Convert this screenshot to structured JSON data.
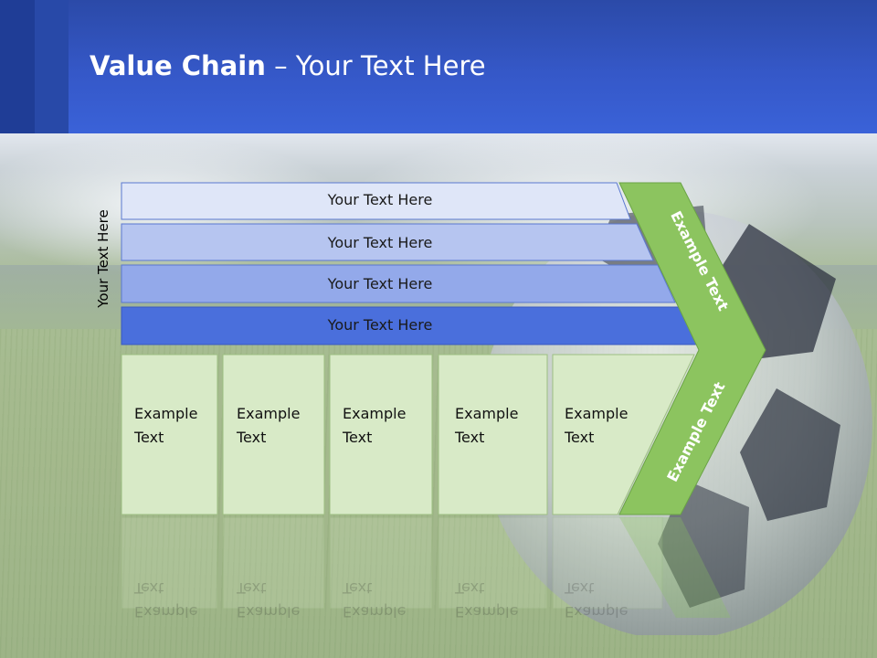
{
  "header": {
    "title_bold": "Value Chain",
    "title_rest": " – Your Text Here"
  },
  "side_label": "Your Text Here",
  "bars": [
    {
      "label": "Your Text Here",
      "color": "#dfe6f8"
    },
    {
      "label": "Your Text Here",
      "color": "#b6c5f0"
    },
    {
      "label": "Your Text Here",
      "color": "#93a9ea"
    },
    {
      "label": "Your Text Here",
      "color": "#4a6fdc"
    }
  ],
  "boxes": [
    {
      "line1": "Example",
      "line2": "Text"
    },
    {
      "line1": "Example",
      "line2": "Text"
    },
    {
      "line1": "Example",
      "line2": "Text"
    },
    {
      "line1": "Example",
      "line2": "Text"
    },
    {
      "line1": "Example",
      "line2": "Text"
    }
  ],
  "chevron": {
    "upper_text": "Example Text",
    "lower_text": "Example Text",
    "color": "#8cc45f"
  },
  "colors": {
    "header": "#3558c8",
    "box_fill": "#d8eac7",
    "box_border": "#9dbf82"
  }
}
